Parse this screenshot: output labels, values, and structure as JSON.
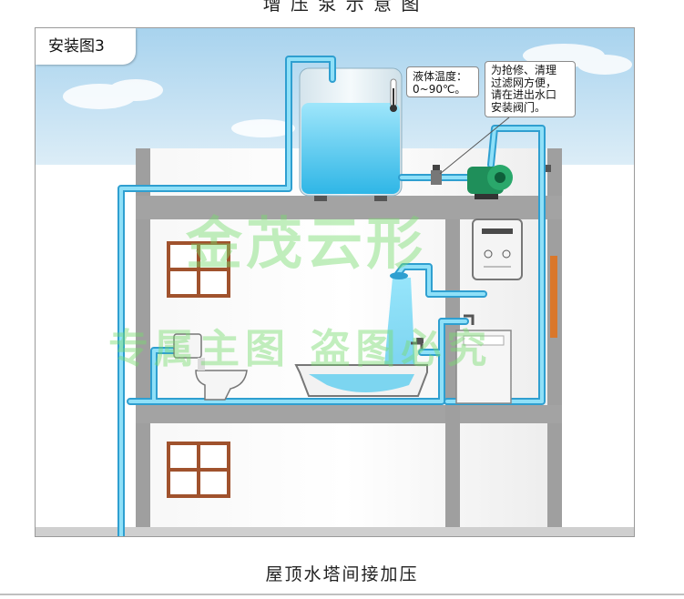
{
  "header": {
    "caption": "增 压 泵 示 意 图"
  },
  "badge": {
    "label": "安装图3"
  },
  "callouts": {
    "temperature": [
      "液体温度：",
      "0~90℃。"
    ],
    "maintenance": [
      "为抢修、清理",
      "过滤网方便，",
      "请在进出水口",
      "安装阀门。"
    ]
  },
  "watermark": {
    "brand": "金茂云形",
    "notice": "专属主图   盗图必究"
  },
  "footer": {
    "caption": "屋顶水塔间接加压"
  },
  "colors": {
    "sky": "#b9dcf0",
    "pipe": "#7fd6f3",
    "pipe_edge": "#2f9fd0",
    "wall": "#9f9f9f",
    "tank": "#e8eef2",
    "water": "#58c8ec",
    "window": "#a0522d",
    "pressure_bar": "#d9772b"
  }
}
